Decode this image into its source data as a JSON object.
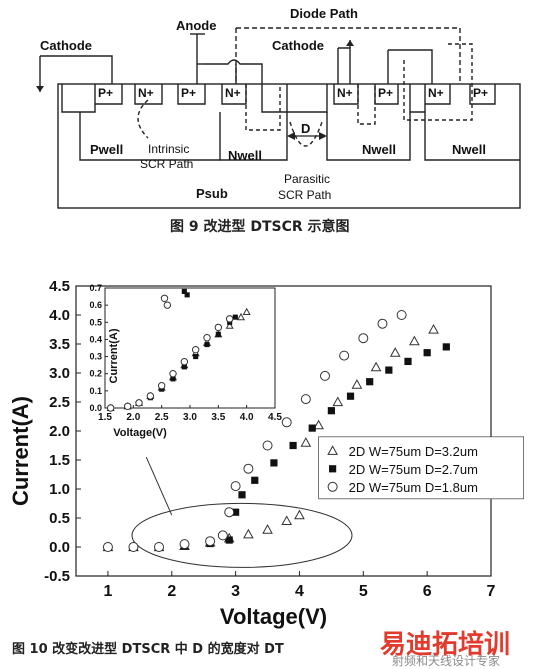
{
  "figure9": {
    "caption": "图 9  改进型 DTSCR 示意图",
    "labels": {
      "diode_path": "Diode Path",
      "anode": "Anode",
      "cathode_left": "Cathode",
      "cathode_right": "Cathode",
      "p_plus": "P+",
      "n_plus": "N+",
      "d": "D",
      "pwell": "Pwell",
      "nwell": "Nwell",
      "psub": "Psub",
      "intrinsic_1": "Intrinsic",
      "intrinsic_2": "SCR Path",
      "parasitic_1": "Parasitic",
      "parasitic_2": "SCR Path"
    }
  },
  "figure10": {
    "caption": "图 10  改变改进型 DTSCR 中 D 的宽度对 DT",
    "watermark": "易迪拓培训",
    "watermark_sub": "射频和天线设计专家"
  },
  "chart_data": [
    {
      "type": "scatter",
      "title": "",
      "xlabel": "Voltage(V)",
      "ylabel": "Current(A)",
      "xlim": [
        0.5,
        7
      ],
      "ylim": [
        -0.5,
        4.5
      ],
      "xticks": [
        "1",
        "2",
        "3",
        "4",
        "5",
        "6",
        "7"
      ],
      "yticks": [
        "-0.5",
        "0.0",
        "0.5",
        "1.0",
        "1.5",
        "2.0",
        "2.5",
        "3.0",
        "3.5",
        "4.0",
        "4.5"
      ],
      "legend_position": "right",
      "series": [
        {
          "name": "2D W=75um D=3.2um",
          "marker": "open-triangle",
          "points": [
            [
              1.0,
              0.0
            ],
            [
              1.4,
              0.0
            ],
            [
              1.8,
              0.0
            ],
            [
              2.2,
              0.02
            ],
            [
              2.6,
              0.08
            ],
            [
              2.9,
              0.15
            ],
            [
              3.2,
              0.22
            ],
            [
              3.5,
              0.3
            ],
            [
              3.8,
              0.45
            ],
            [
              4.0,
              0.55
            ],
            [
              4.1,
              1.8
            ],
            [
              4.3,
              2.1
            ],
            [
              4.6,
              2.5
            ],
            [
              4.9,
              2.8
            ],
            [
              5.2,
              3.1
            ],
            [
              5.5,
              3.35
            ],
            [
              5.8,
              3.55
            ],
            [
              6.1,
              3.75
            ]
          ]
        },
        {
          "name": "2D W=75um D=2.7um",
          "marker": "filled-square",
          "points": [
            [
              1.0,
              0.0
            ],
            [
              1.4,
              0.0
            ],
            [
              1.8,
              0.0
            ],
            [
              2.2,
              0.02
            ],
            [
              2.6,
              0.06
            ],
            [
              2.9,
              0.12
            ],
            [
              3.0,
              0.6
            ],
            [
              3.1,
              0.9
            ],
            [
              3.3,
              1.15
            ],
            [
              3.6,
              1.45
            ],
            [
              3.9,
              1.75
            ],
            [
              4.2,
              2.05
            ],
            [
              4.5,
              2.35
            ],
            [
              4.8,
              2.6
            ],
            [
              5.1,
              2.85
            ],
            [
              5.4,
              3.05
            ],
            [
              5.7,
              3.2
            ],
            [
              6.0,
              3.35
            ],
            [
              6.3,
              3.45
            ]
          ]
        },
        {
          "name": "2D W=75um D=1.8um",
          "marker": "open-circle",
          "points": [
            [
              1.0,
              0.0
            ],
            [
              1.4,
              0.0
            ],
            [
              1.8,
              0.0
            ],
            [
              2.2,
              0.05
            ],
            [
              2.6,
              0.1
            ],
            [
              2.8,
              0.2
            ],
            [
              2.9,
              0.6
            ],
            [
              3.0,
              1.05
            ],
            [
              3.2,
              1.35
            ],
            [
              3.5,
              1.75
            ],
            [
              3.8,
              2.15
            ],
            [
              4.1,
              2.55
            ],
            [
              4.4,
              2.95
            ],
            [
              4.7,
              3.3
            ],
            [
              5.0,
              3.6
            ],
            [
              5.3,
              3.85
            ],
            [
              5.6,
              4.0
            ]
          ]
        }
      ]
    },
    {
      "type": "scatter",
      "title": "",
      "xlabel": "Voltage(V)",
      "ylabel": "Current(A)",
      "xlim": [
        1.5,
        4.5
      ],
      "ylim": [
        0.0,
        0.7
      ],
      "xticks": [
        "1.5",
        "2.0",
        "2.5",
        "3.0",
        "3.5",
        "4.0",
        "4.5"
      ],
      "yticks": [
        "0.0",
        "0.1",
        "0.2",
        "0.3",
        "0.4",
        "0.5",
        "0.6",
        "0.7"
      ],
      "series": [
        {
          "name": "2D W=75um D=3.2um",
          "marker": "open-triangle",
          "points": [
            [
              1.6,
              0.0
            ],
            [
              1.9,
              0.01
            ],
            [
              2.1,
              0.03
            ],
            [
              2.3,
              0.07
            ],
            [
              2.5,
              0.12
            ],
            [
              2.7,
              0.18
            ],
            [
              2.9,
              0.25
            ],
            [
              3.1,
              0.32
            ],
            [
              3.3,
              0.38
            ],
            [
              3.5,
              0.43
            ],
            [
              3.7,
              0.48
            ],
            [
              3.9,
              0.53
            ],
            [
              4.0,
              0.56
            ]
          ]
        },
        {
          "name": "2D W=75um D=2.7um",
          "marker": "filled-square",
          "points": [
            [
              1.6,
              0.0
            ],
            [
              1.9,
              0.01
            ],
            [
              2.1,
              0.03
            ],
            [
              2.3,
              0.06
            ],
            [
              2.5,
              0.11
            ],
            [
              2.7,
              0.17
            ],
            [
              2.9,
              0.24
            ],
            [
              3.1,
              0.3
            ],
            [
              3.3,
              0.37
            ],
            [
              3.5,
              0.43
            ],
            [
              3.7,
              0.5
            ],
            [
              3.8,
              0.53
            ],
            [
              2.9,
              0.68
            ],
            [
              2.95,
              0.66
            ]
          ]
        },
        {
          "name": "2D W=75um D=1.8um",
          "marker": "open-circle",
          "points": [
            [
              1.6,
              0.0
            ],
            [
              1.9,
              0.01
            ],
            [
              2.1,
              0.03
            ],
            [
              2.3,
              0.07
            ],
            [
              2.5,
              0.13
            ],
            [
              2.7,
              0.2
            ],
            [
              2.9,
              0.27
            ],
            [
              3.1,
              0.34
            ],
            [
              3.3,
              0.41
            ],
            [
              3.5,
              0.47
            ],
            [
              3.7,
              0.52
            ],
            [
              2.6,
              0.6
            ],
            [
              2.55,
              0.64
            ]
          ]
        }
      ]
    }
  ]
}
